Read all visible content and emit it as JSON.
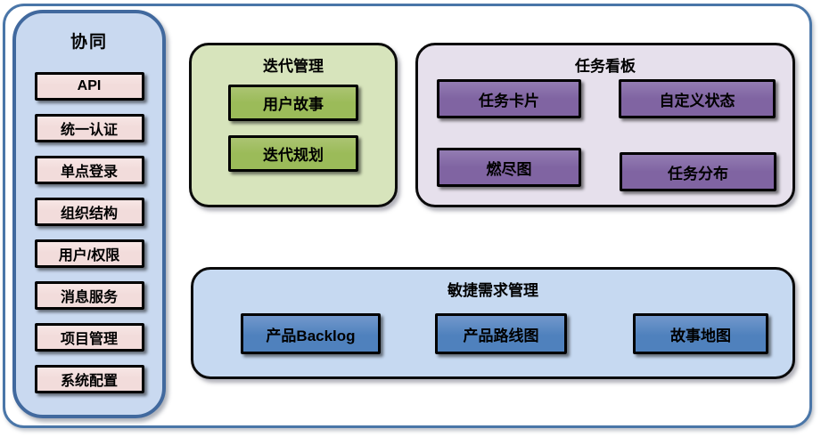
{
  "colors": {
    "frame_border": "#4a76a8",
    "sidebar_bg": "#c9d9f0",
    "sidebar_border": "#41699e",
    "pink_box_bg": "#f2dcdb",
    "green_panel_bg": "#d7e4bc",
    "green_box_bg": "#9bbb59",
    "purple_panel_bg": "#e6e0ec",
    "purple_box_bg": "#8064a2",
    "blue_panel_bg": "#c6d9f1",
    "blue_box_bg": "#4f81bd",
    "node_border": "#000000"
  },
  "sidebar": {
    "title": "协同",
    "items": [
      {
        "label": "API"
      },
      {
        "label": "统一认证"
      },
      {
        "label": "单点登录"
      },
      {
        "label": "组织结构"
      },
      {
        "label": "用户/权限"
      },
      {
        "label": "消息服务"
      },
      {
        "label": "项目管理"
      },
      {
        "label": "系统配置"
      }
    ]
  },
  "panels": {
    "iteration": {
      "title": "迭代管理",
      "items": [
        {
          "label": "用户故事"
        },
        {
          "label": "迭代规划"
        }
      ]
    },
    "taskboard": {
      "title": "任务看板",
      "items": [
        {
          "label": "任务卡片"
        },
        {
          "label": "自定义状态"
        },
        {
          "label": "燃尽图"
        },
        {
          "label": "任务分布"
        }
      ]
    },
    "agile": {
      "title": "敏捷需求管理",
      "items": [
        {
          "label": "产品Backlog"
        },
        {
          "label": "产品路线图"
        },
        {
          "label": "故事地图"
        }
      ]
    }
  }
}
